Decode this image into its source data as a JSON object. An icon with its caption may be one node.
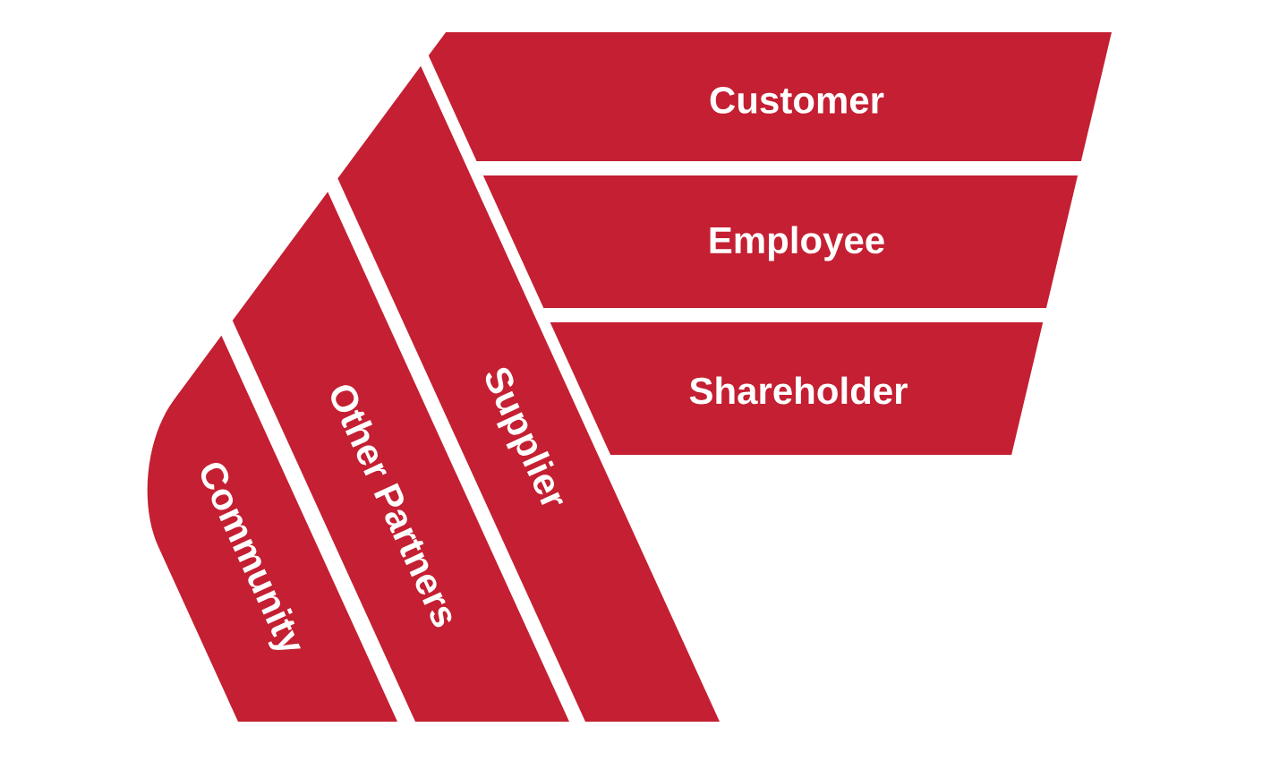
{
  "diagram": {
    "nodes": [
      {
        "text": [
          "Customer"
        ]
      },
      {
        "text": [
          "Employee"
        ]
      },
      {
        "text": [
          "Shareholder"
        ]
      },
      {
        "text": [
          "Supplier"
        ]
      },
      {
        "text": [
          "Other Partners"
        ]
      },
      {
        "text": [
          "Community"
        ]
      }
    ]
  }
}
